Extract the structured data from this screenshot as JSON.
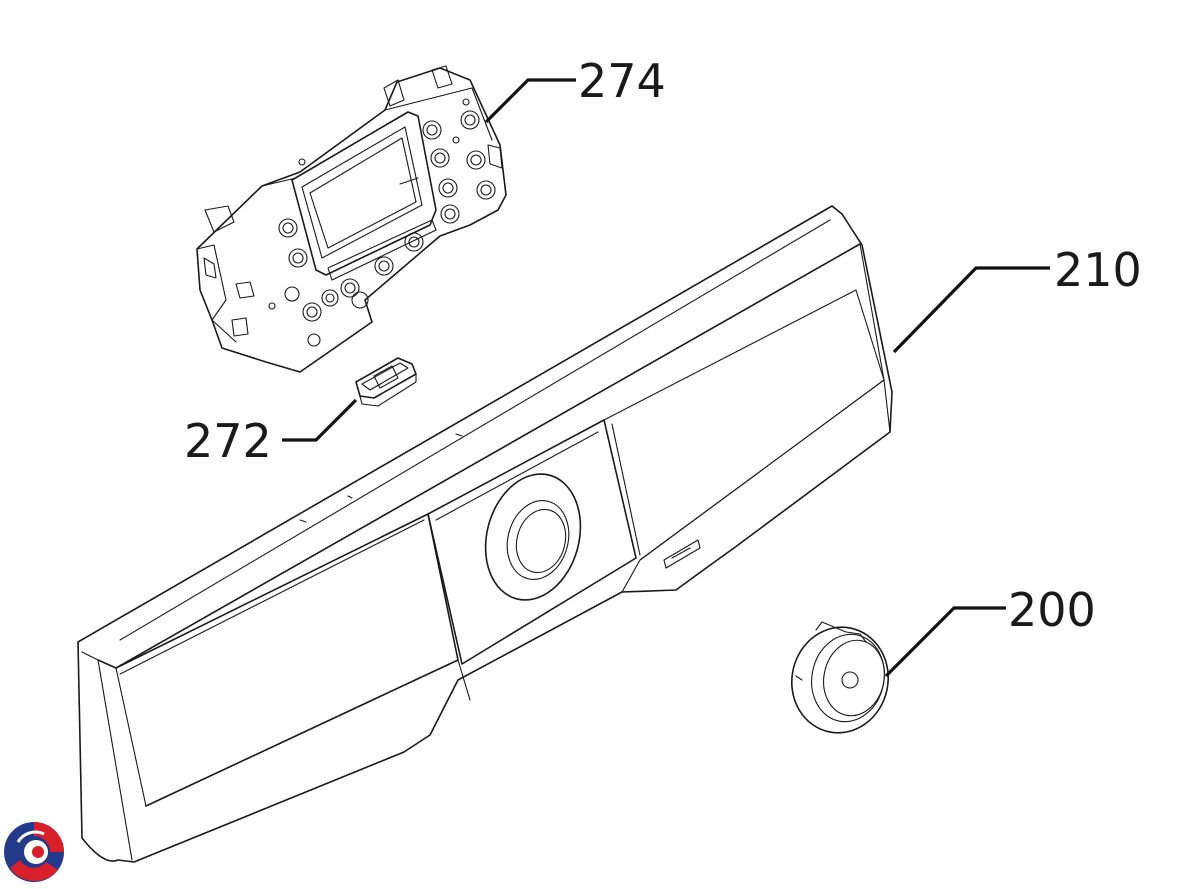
{
  "diagram": {
    "callouts": [
      {
        "id": "274",
        "label": "274"
      },
      {
        "id": "272",
        "label": "272"
      },
      {
        "id": "210",
        "label": "210"
      },
      {
        "id": "200",
        "label": "200"
      }
    ]
  },
  "colors": {
    "line": "#1a1a1a",
    "background": "#ffffff",
    "logo_red": "#d7202a",
    "logo_blue": "#233a8a"
  },
  "icons": {
    "brand_logo": "circular-swirl-logo-icon"
  }
}
